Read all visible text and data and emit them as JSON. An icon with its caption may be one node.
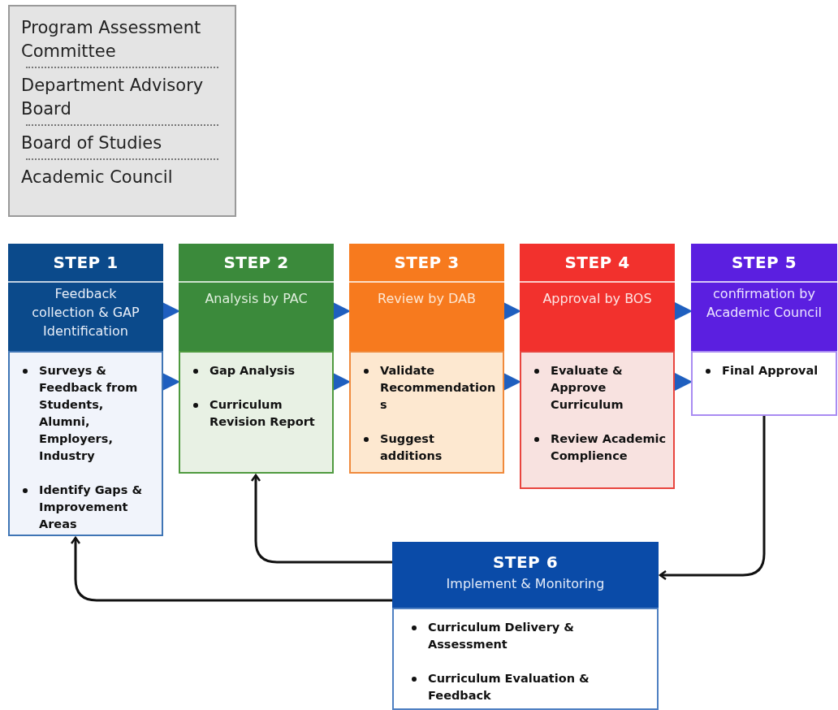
{
  "diagram": {
    "nodes": [
      {
        "text": [
          "Program Assessment Committee",
          "Department Advisory Board",
          "Board of Studies",
          "Academic Council"
        ]
      },
      {
        "text": [
          "STEP 1",
          "Feedback collection & GAP Identification"
        ]
      },
      {
        "text": [
          "Surveys & Feedback from Students, Alumni, Employers, Industry",
          "Identify Gaps & Improvement Areas"
        ]
      },
      {
        "text": [
          "STEP 2",
          "Analysis by PAC"
        ]
      },
      {
        "text": [
          "Gap Analysis",
          "Curriculum Revision Report"
        ]
      },
      {
        "text": [
          "STEP 3",
          "Review by DAB"
        ]
      },
      {
        "text": [
          "Validate Recommendations",
          "Suggest additions"
        ]
      },
      {
        "text": [
          "STEP 4",
          "Approval by BOS"
        ]
      },
      {
        "text": [
          "Evaluate & Approve Curriculum",
          "Review Academic Complience"
        ]
      },
      {
        "text": [
          "STEP 5",
          "confirmation by Academic Council"
        ]
      },
      {
        "text": [
          "Final Approval"
        ]
      },
      {
        "text": [
          "STEP 6",
          "Implement & Monitoring"
        ]
      },
      {
        "text": [
          "Curriculum Delivery & Assessment",
          "Curriculum Evaluation & Feedback"
        ]
      }
    ],
    "edges": [
      {
        "from": 1,
        "to": 3,
        "arrow": "to"
      },
      {
        "from": 2,
        "to": 4,
        "arrow": "to"
      },
      {
        "from": 3,
        "to": 5,
        "arrow": "to"
      },
      {
        "from": 4,
        "to": 6,
        "arrow": "to"
      },
      {
        "from": 5,
        "to": 7,
        "arrow": "to"
      },
      {
        "from": 6,
        "to": 8,
        "arrow": "to"
      },
      {
        "from": 7,
        "to": 9,
        "arrow": "to"
      },
      {
        "from": 8,
        "to": 10,
        "arrow": "to"
      },
      {
        "from": 10,
        "to": 11,
        "arrow": "to",
        "color": "#111111"
      },
      {
        "from": 11,
        "to": 4,
        "arrow": "to",
        "color": "#111111"
      },
      {
        "from": 11,
        "to": 2,
        "arrow": "to",
        "color": "#111111"
      }
    ]
  }
}
